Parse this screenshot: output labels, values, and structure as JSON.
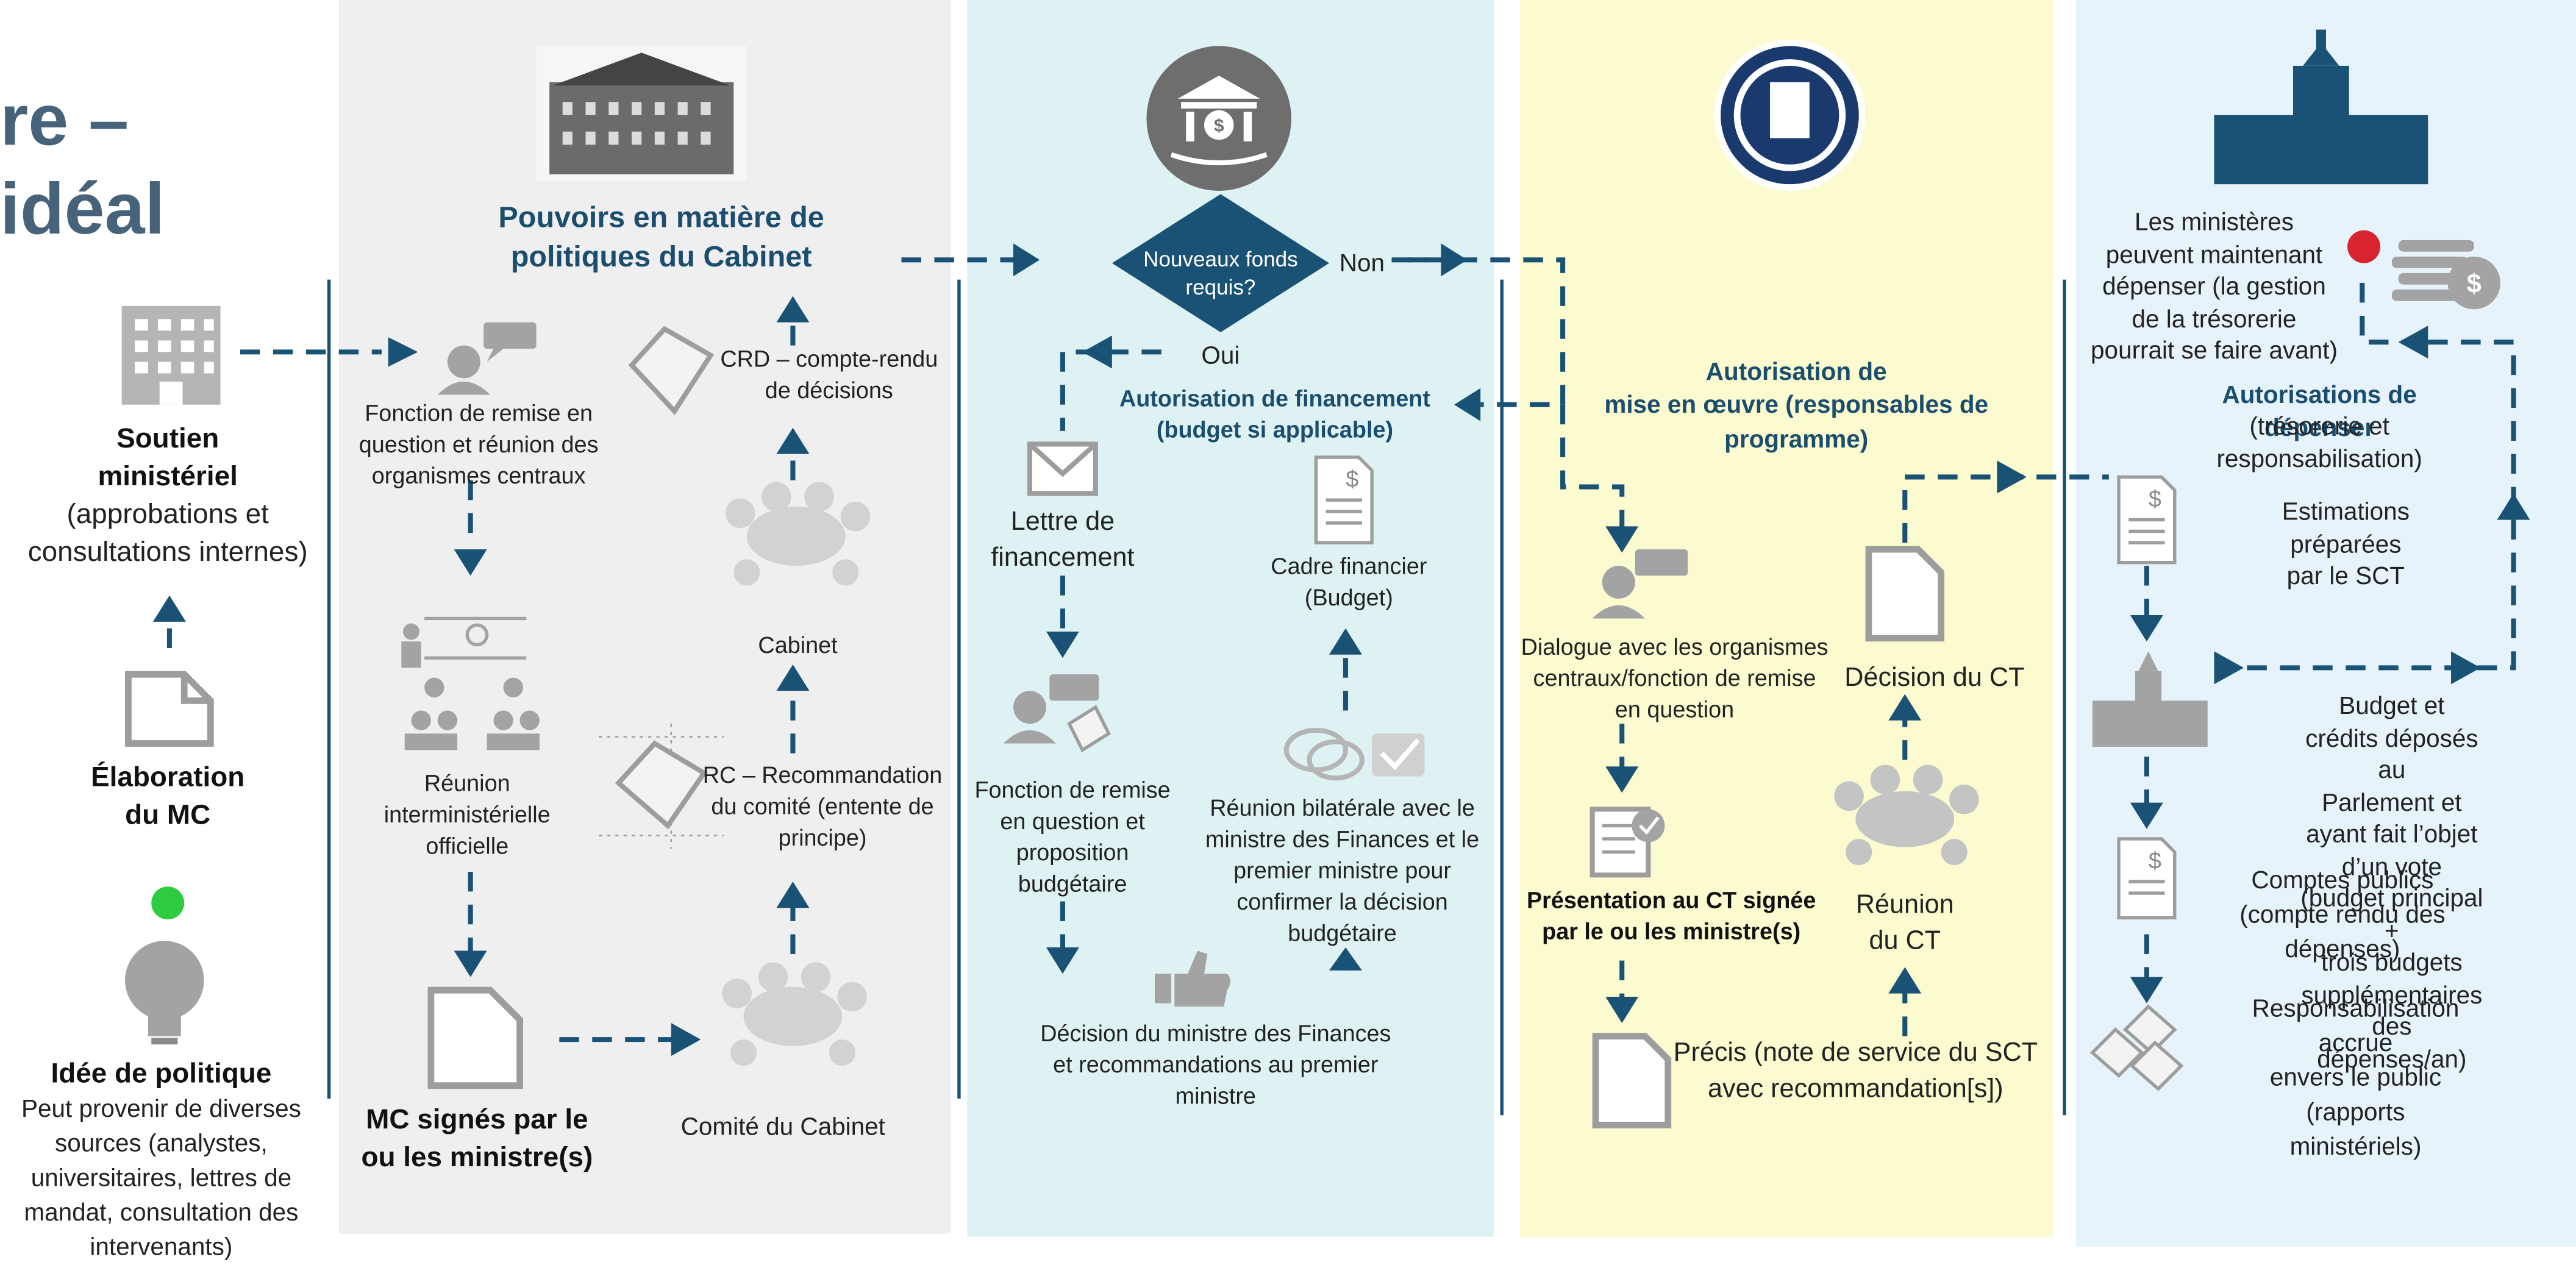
{
  "header": {
    "title_line1": "re –",
    "title_line2": "idéal"
  },
  "colors": {
    "accent": "#1a5276",
    "panel_gray": "#efefef",
    "panel_teal": "#dff2f3",
    "panel_yellow": "#fbfbcf",
    "panel_blue": "#e6f3fa",
    "start_dot": "#2ecc40",
    "end_dot": "#d9232e",
    "icon_gray": "#a3a3a3"
  },
  "col1": {
    "soutien_title": "Soutien\nministériel",
    "soutien_sub": "(approbations et\nconsultations internes)",
    "elaboration": "Élaboration\ndu MC",
    "idee_title": "Idée de politique",
    "idee_sub": "Peut provenir de diverses\nsources (analystes,\nuniversitaires, lettres de\nmandat, consultation des\nintervenants)"
  },
  "col2": {
    "heading": "Pouvoirs en matière de\npolitiques du Cabinet",
    "remise": "Fonction de remise en\nquestion et réunion des\norganismes centraux",
    "reunion": "Réunion\ninterministérielle\nofficielle",
    "mc_signes": "MC signés par le\nou les ministre(s)",
    "comite": "Comité du Cabinet",
    "rc": "RC – Recommandation\ndu comité (entente de\nprincipe)",
    "cabinet": "Cabinet",
    "crd": "CRD – compte-rendu\nde décisions"
  },
  "col3": {
    "decision_q": "Nouveaux fonds\nrequis?",
    "non": "Non",
    "oui": "Oui",
    "heading": "Autorisation de financement\n(budget si applicable)",
    "lettre": "Lettre de\nfinancement",
    "cadre": "Cadre financier\n(Budget)",
    "remise_budget": "Fonction de remise\nen question et\nproposition\nbudgétaire",
    "bilaterale": "Réunion bilatérale avec le\nministre des Finances et le\npremier ministre pour\nconfirmer la décision\nbudgétaire",
    "decision_fin": "Décision du ministre des Finances\net recommandations au premier\nministre"
  },
  "col4": {
    "heading": "Autorisation de\nmise en œuvre (responsables de\nprogramme)",
    "dialogue": "Dialogue avec les organismes\ncentraux/fonction de remise\nen question",
    "presentation": "Présentation au CT signée\npar le ou les ministre(s)",
    "precis": "Précis (note de service du SCT\navec recommandation[s])",
    "decision_ct": "Décision du CT",
    "reunion_ct": "Réunion\ndu CT"
  },
  "col5": {
    "ministeres": "Les ministères\npeuvent maintenant\ndépenser (la gestion\nde la trésorerie\npourrait se faire avant)",
    "heading": "Autorisations de dépenser",
    "heading_sub": "(trésorerie et\nresponsabilisation)",
    "estimations": "Estimations préparées\npar le SCT",
    "budget": "Budget et crédits déposés au\nParlement et ayant fait l’objet\nd’un vote (budget principal +\ntrois budgets supplémentaires\ndes dépenses/an)",
    "comptes": "Comptes publics\n(compte rendu des\ndépenses)",
    "responsabilisation": "Responsabilisation accrue\nenvers le public (rapports\nministériels)"
  }
}
